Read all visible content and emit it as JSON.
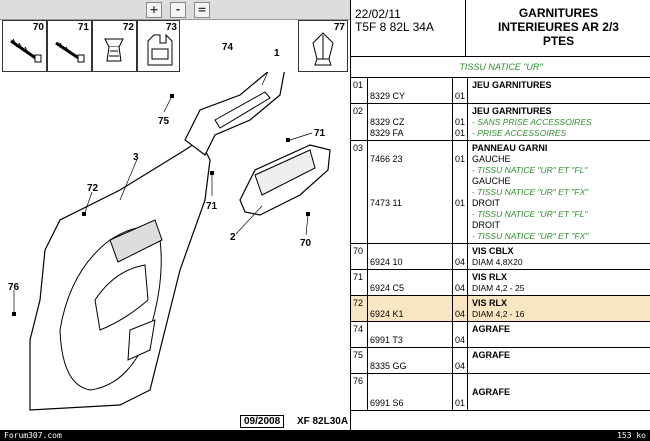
{
  "toolbar": {
    "zoom_in_icon": "+",
    "zoom_out_icon": "-",
    "fit_icon": "=",
    "zoom_in": "zoom-in-icon",
    "zoom_out": "zoom-out-icon"
  },
  "strip_parts": [
    {
      "num": "70",
      "icon": "screw-icon"
    },
    {
      "num": "71",
      "icon": "screw-icon"
    },
    {
      "num": "72",
      "icon": "clip-icon"
    },
    {
      "num": "73",
      "icon": "bracket-icon"
    }
  ],
  "part_77": {
    "num": "77"
  },
  "callouts": [
    "1",
    "2",
    "3",
    "71",
    "71",
    "72",
    "74",
    "75",
    "76",
    "70"
  ],
  "drawing": {
    "date": "09/2008",
    "ref": "XF 82L30A"
  },
  "header": {
    "date": "22/02/11",
    "code": "T5F 8 82L 34A",
    "title_line1": "GARNITURES",
    "title_line2": "INTERIEURES AR 2/3",
    "title_line3": "PTES"
  },
  "fabric_note": "TISSU NATICE \"UR\"",
  "rows": [
    {
      "ref": "01",
      "lines": [
        {
          "code": "",
          "qty": "",
          "desc": "JEU GARNITURES",
          "style": "title"
        },
        {
          "code": "8329 CY",
          "qty": "01",
          "desc": "",
          "style": "plain"
        }
      ]
    },
    {
      "ref": "02",
      "lines": [
        {
          "code": "",
          "qty": "",
          "desc": "JEU GARNITURES",
          "style": "title"
        },
        {
          "code": "8329 CZ",
          "qty": "01",
          "desc": "- SANS PRISE ACCESSOIRES",
          "style": "green"
        },
        {
          "code": "8329 FA",
          "qty": "01",
          "desc": "- PRISE ACCESSOIRES",
          "style": "green"
        }
      ]
    },
    {
      "ref": "03",
      "lines": [
        {
          "code": "",
          "qty": "",
          "desc": "PANNEAU GARNI",
          "style": "title"
        },
        {
          "code": "7466 23",
          "qty": "01",
          "desc": "GAUCHE",
          "style": "caps"
        },
        {
          "code": "",
          "qty": "",
          "desc": "- TISSU NATICE \"UR\" ET \"FL\"",
          "style": "green"
        },
        {
          "code": "",
          "qty": "",
          "desc": "GAUCHE",
          "style": "caps"
        },
        {
          "code": "",
          "qty": "",
          "desc": "- TISSU NATICE \"UR\" ET \"FX\"",
          "style": "green"
        },
        {
          "code": "7473 11",
          "qty": "01",
          "desc": "DROIT",
          "style": "caps"
        },
        {
          "code": "",
          "qty": "",
          "desc": "- TISSU NATICE \"UR\" ET \"FL\"",
          "style": "green"
        },
        {
          "code": "",
          "qty": "",
          "desc": "DROIT",
          "style": "caps"
        },
        {
          "code": "",
          "qty": "",
          "desc": "- TISSU NATICE \"UR\" ET \"FX\"",
          "style": "green"
        }
      ]
    },
    {
      "ref": "70",
      "lines": [
        {
          "code": "",
          "qty": "",
          "desc": "VIS CBLX",
          "style": "title"
        },
        {
          "code": "6924 10",
          "qty": "04",
          "desc": "DIAM 4,8X20",
          "style": "plain"
        }
      ]
    },
    {
      "ref": "71",
      "lines": [
        {
          "code": "",
          "qty": "",
          "desc": "VIS RLX",
          "style": "title"
        },
        {
          "code": "6924 C5",
          "qty": "04",
          "desc": "DIAM 4,2 - 25",
          "style": "plain"
        }
      ]
    },
    {
      "ref": "72",
      "highlight": true,
      "lines": [
        {
          "code": "",
          "qty": "",
          "desc": "VIS RLX",
          "style": "title"
        },
        {
          "code": "6924 K1",
          "qty": "04",
          "desc": "DIAM 4,2 - 16",
          "style": "plain"
        }
      ]
    },
    {
      "ref": "74",
      "lines": [
        {
          "code": "",
          "qty": "",
          "desc": "AGRAFE",
          "style": "title"
        },
        {
          "code": "6991 T3",
          "qty": "04",
          "desc": "",
          "style": "plain"
        }
      ]
    },
    {
      "ref": "75",
      "lines": [
        {
          "code": "",
          "qty": "",
          "desc": "AGRAFE",
          "style": "title"
        },
        {
          "code": "8335 GG",
          "qty": "04",
          "desc": "",
          "style": "plain"
        }
      ]
    },
    {
      "ref": "76",
      "lines": [
        {
          "code": "",
          "qty": "",
          "desc": "",
          "style": "plain"
        },
        {
          "code": "",
          "qty": "",
          "desc": "AGRAFE",
          "style": "title"
        },
        {
          "code": "6991 S6",
          "qty": "01",
          "desc": "",
          "style": "plain"
        }
      ]
    }
  ],
  "status": {
    "left": "Forum307.com",
    "right": "153 ko"
  }
}
